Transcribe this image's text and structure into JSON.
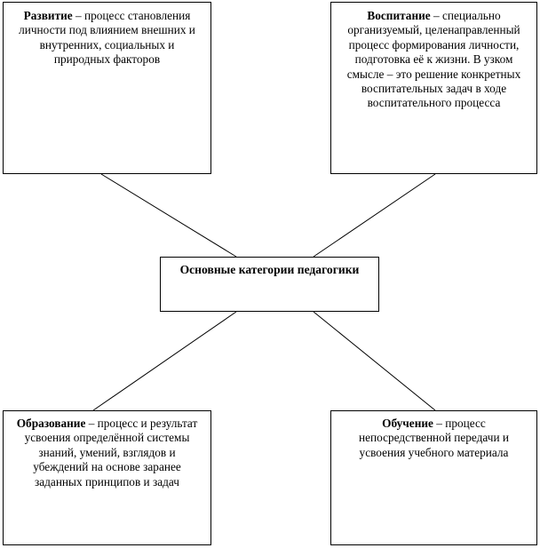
{
  "center": {
    "text": "Основные категории педагогики"
  },
  "categories": {
    "development": {
      "term": "Развитие",
      "definition": " – процесс становления личности под влиянием внешних и внутренних, социальных и природных факторов"
    },
    "upbringing": {
      "term": "Воспитание",
      "definition": " – специально организуемый, целенаправленный процесс формирования личности, подготовка её к жизни.  В узком смысле – это решение конкретных воспитательных задач в ходе воспитательного процесса"
    },
    "education": {
      "term": "Образование",
      "definition": " – процесс и результат усвоения определённой системы знаний, умений, взглядов и убеждений на основе заранее заданных принципов и задач"
    },
    "learning": {
      "term": "Обучение",
      "definition": " – процесс непосредственной передачи и усвоения учебного материала"
    }
  }
}
